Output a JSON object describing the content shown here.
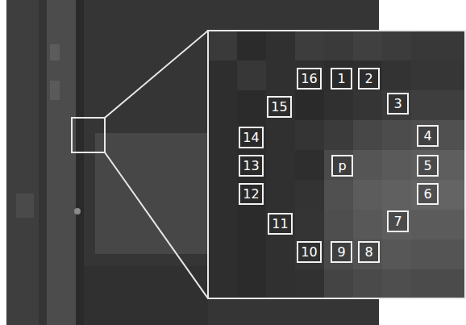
{
  "diagram": {
    "nodes": [
      {
        "text": [
          "16"
        ]
      },
      {
        "text": [
          "1"
        ]
      },
      {
        "text": [
          "2"
        ]
      },
      {
        "text": [
          "15"
        ]
      },
      {
        "text": [
          "3"
        ]
      },
      {
        "text": [
          "14"
        ]
      },
      {
        "text": [
          "4"
        ]
      },
      {
        "text": [
          "13"
        ]
      },
      {
        "text": [
          "p"
        ]
      },
      {
        "text": [
          "5"
        ]
      },
      {
        "text": [
          "12"
        ]
      },
      {
        "text": [
          "6"
        ]
      },
      {
        "text": [
          "11"
        ]
      },
      {
        "text": [
          "7"
        ]
      },
      {
        "text": [
          "10"
        ]
      },
      {
        "text": [
          "9"
        ]
      },
      {
        "text": [
          "8"
        ]
      }
    ]
  }
}
